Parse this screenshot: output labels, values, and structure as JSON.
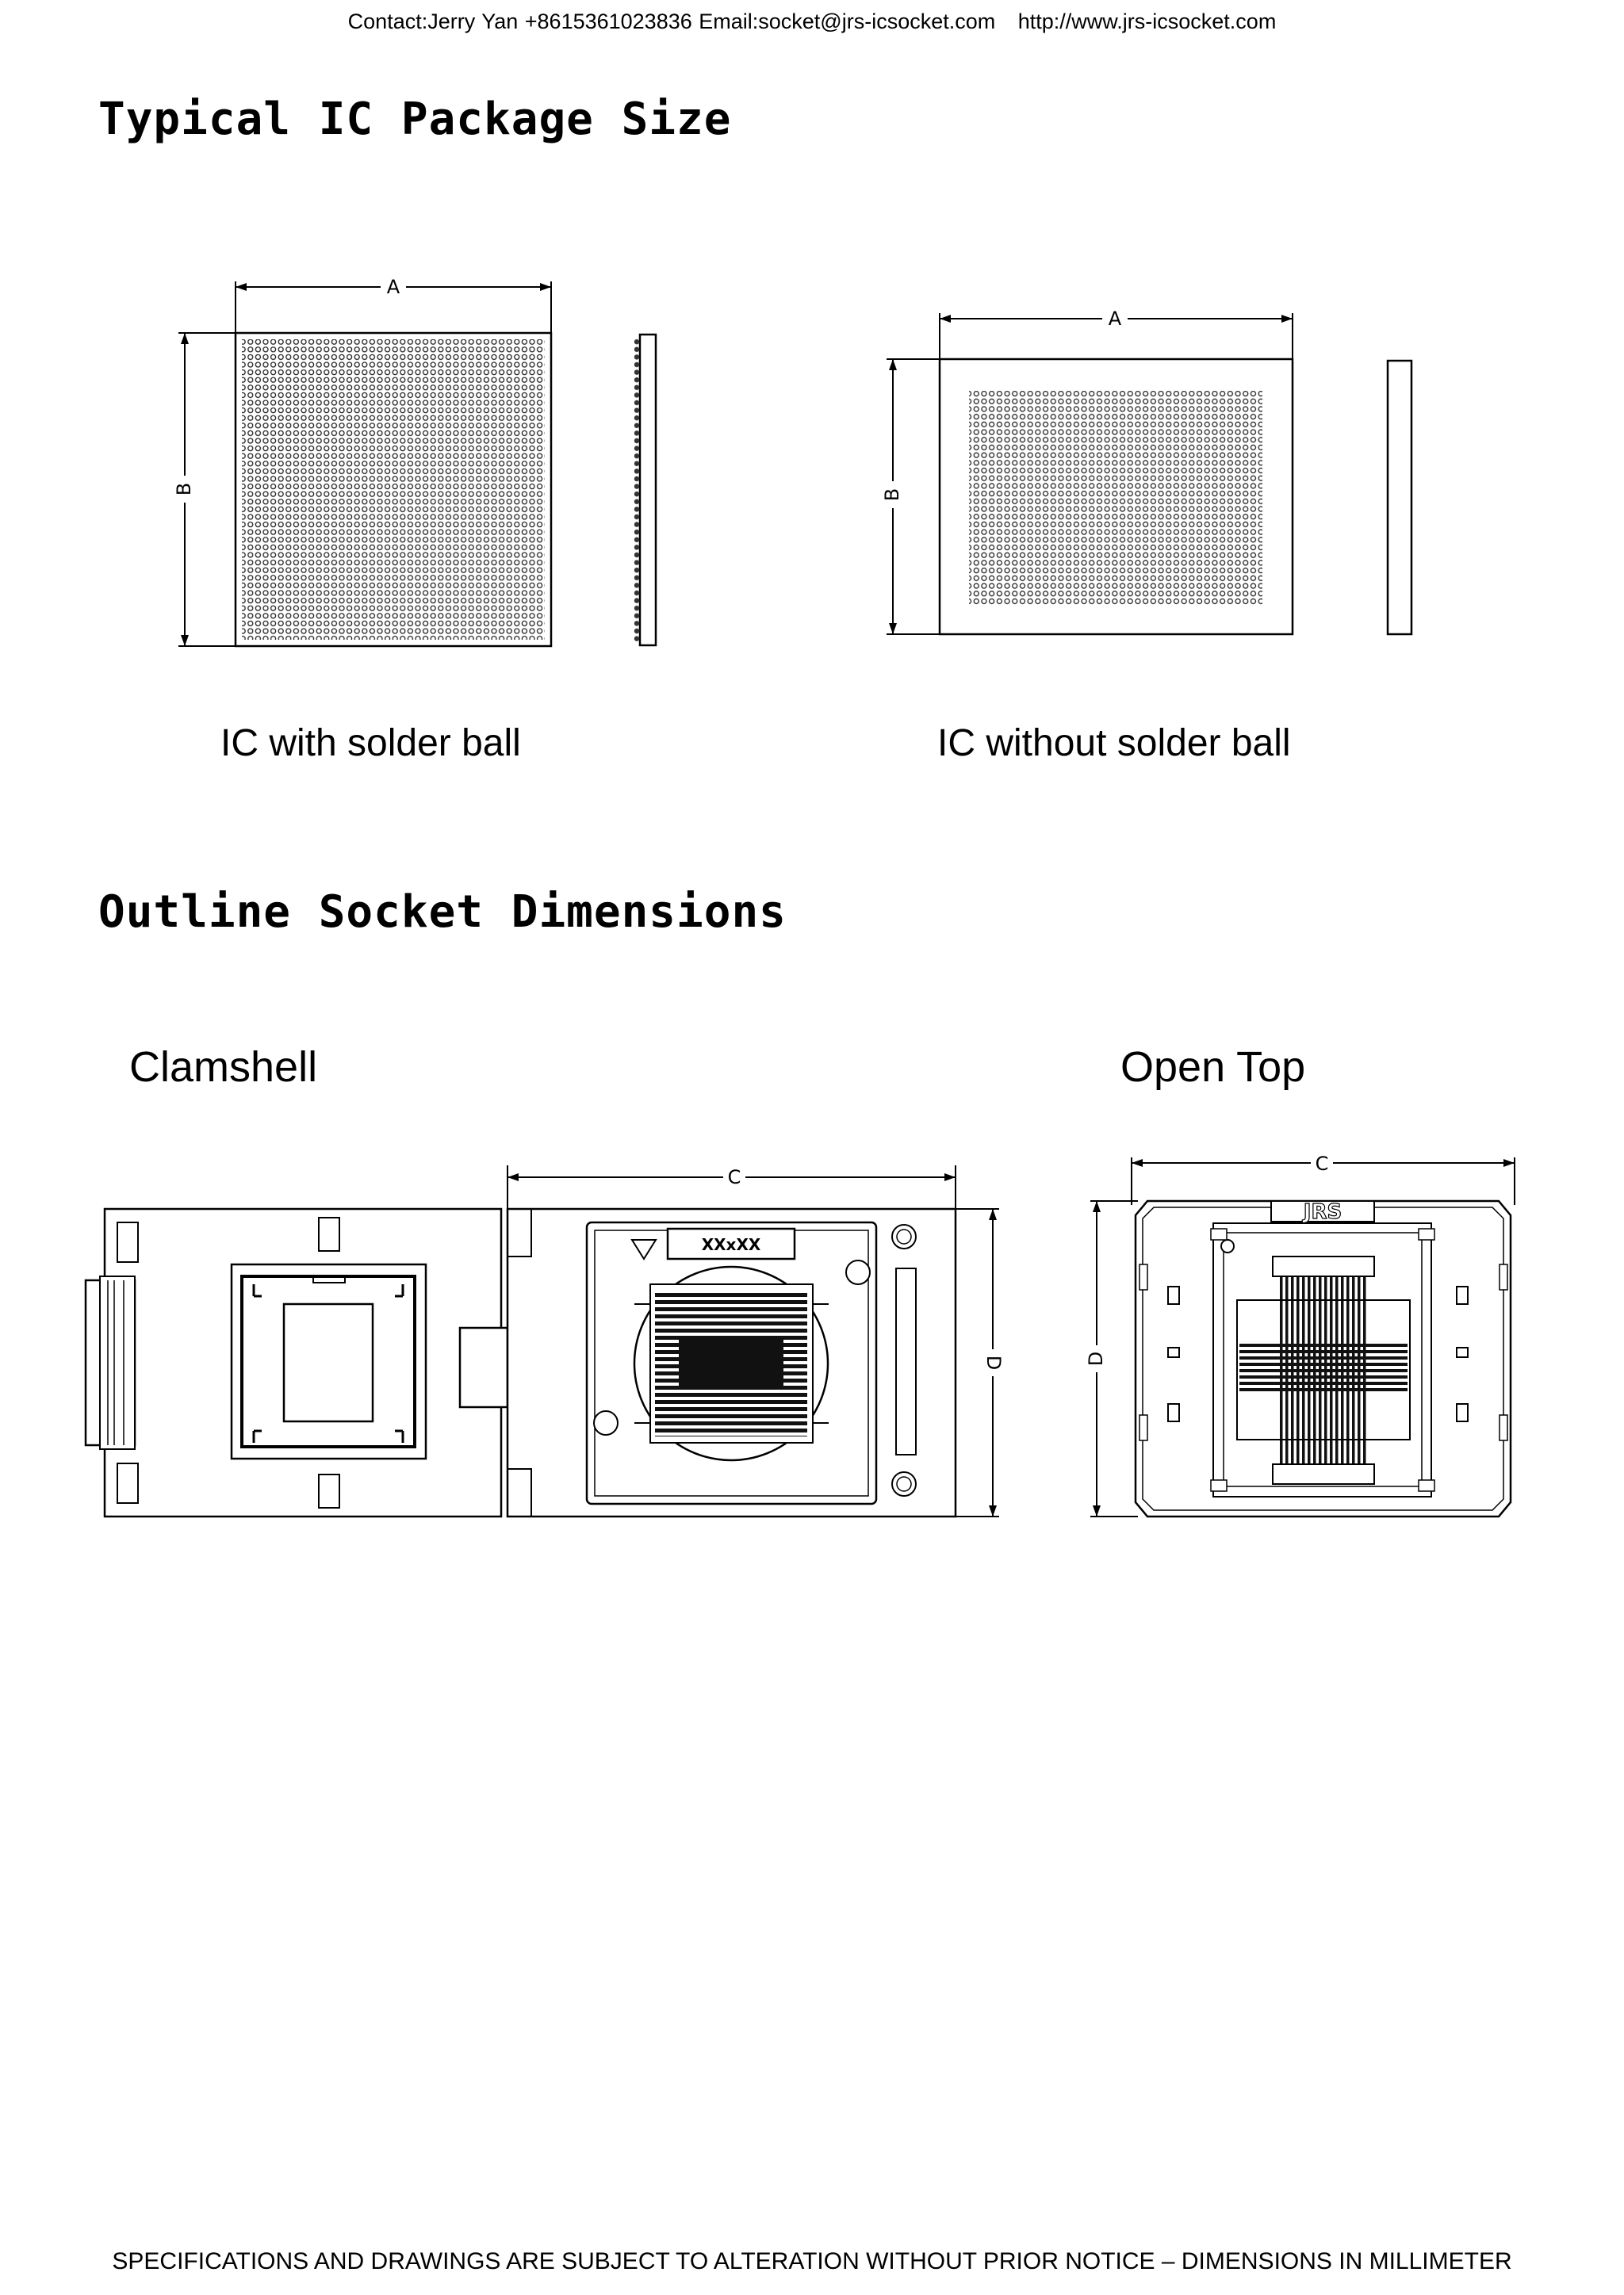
{
  "header": {
    "contact": "Contact:Jerry Yan +8615361023836 Email:socket@jrs-icsocket.com",
    "website": "http://www.jrs-icsocket.com"
  },
  "sections": {
    "package_title": "Typical IC Package Size",
    "socket_title": "Outline Socket Dimensions"
  },
  "figures": {
    "with_ball_caption": "IC with solder ball",
    "without_ball_caption": "IC without solder ball",
    "clamshell_label": "Clamshell",
    "opentop_label": "Open Top",
    "dim_a": "A",
    "dim_b": "B",
    "dim_c": "C",
    "dim_d": "D",
    "chip_marking": "XXxXX",
    "brand_mark": "JRS"
  },
  "footer": {
    "notice": "SPECIFICATIONS AND DRAWINGS ARE SUBJECT TO ALTERATION WITHOUT PRIOR NOTICE – DIMENSIONS IN MILLIMETER"
  }
}
